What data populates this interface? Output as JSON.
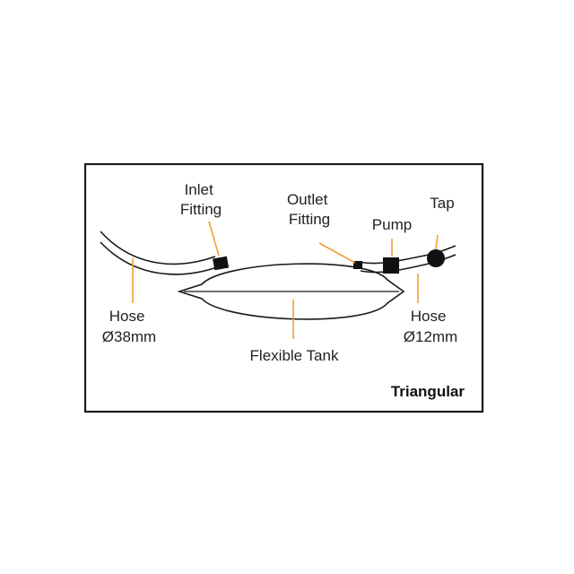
{
  "title": "Triangular",
  "labels": {
    "inlet_fitting": [
      "Inlet",
      "Fitting"
    ],
    "outlet_fitting": [
      "Outlet",
      "Fitting"
    ],
    "pump": "Pump",
    "tap": "Tap",
    "hose_large": [
      "Hose",
      "Ø38mm"
    ],
    "hose_small": [
      "Hose",
      "Ø12mm"
    ],
    "flexible_tank": "Flexible Tank"
  },
  "colors": {
    "frame": "#1a1a1a",
    "leader_lines": "#f0a030",
    "components": "#111111",
    "text": "#222222"
  }
}
